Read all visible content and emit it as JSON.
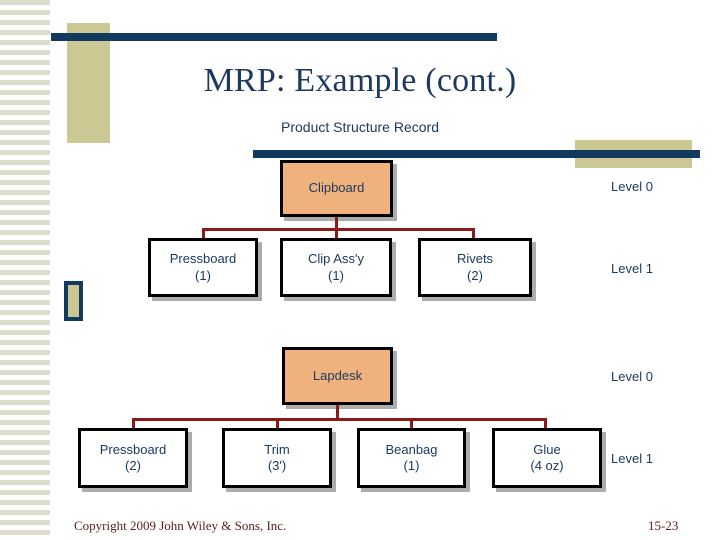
{
  "slide": {
    "title": "MRP: Example (cont.)",
    "subtitle": "Product Structure Record",
    "footer_copyright": "Copyright 2009 John Wiley & Sons, Inc.",
    "footer_page": "15-23"
  },
  "theme": {
    "navy": "#123a5e",
    "khaki": "#ccc894",
    "parent_fill": "#efb27d",
    "connector": "#8b1a1a",
    "text_navy": "#1c3a60",
    "footer_maroon": "#5a1d20"
  },
  "chart_data": {
    "type": "diagram",
    "title": "Product Structure Record",
    "trees": [
      {
        "name": "Clipboard product structure",
        "root": {
          "label": "Clipboard",
          "qty": "",
          "level": "Level 0"
        },
        "children": [
          {
            "label": "Pressboard",
            "qty": "(1)",
            "level": "Level 1"
          },
          {
            "label": "Clip Ass'y",
            "qty": "(1)",
            "level": "Level 1"
          },
          {
            "label": "Rivets",
            "qty": "(2)",
            "level": "Level 1"
          }
        ],
        "level_labels": {
          "root": "Level 0",
          "children": "Level 1"
        }
      },
      {
        "name": "Lapdesk product structure",
        "root": {
          "label": "Lapdesk",
          "qty": "",
          "level": "Level 0"
        },
        "children": [
          {
            "label": "Pressboard",
            "qty": "(2)",
            "level": "Level 1"
          },
          {
            "label": "Trim",
            "qty": "(3')",
            "level": "Level 1"
          },
          {
            "label": "Beanbag",
            "qty": "(1)",
            "level": "Level 1"
          },
          {
            "label": "Glue",
            "qty": "(4 oz)",
            "level": "Level 1"
          }
        ],
        "level_labels": {
          "root": "Level 0",
          "children": "Level 1"
        }
      }
    ]
  },
  "tree1": {
    "root_label": "Clipboard",
    "level0_label": "Level 0",
    "level1_label": "Level 1",
    "children": [
      {
        "label": "Pressboard",
        "qty": "(1)"
      },
      {
        "label": "Clip Ass'y",
        "qty": "(1)"
      },
      {
        "label": "Rivets",
        "qty": "(2)"
      }
    ]
  },
  "tree2": {
    "root_label": "Lapdesk",
    "level0_label": "Level 0",
    "level1_label": "Level 1",
    "children": [
      {
        "label": "Pressboard",
        "qty": "(2)"
      },
      {
        "label": "Trim",
        "qty": "(3')"
      },
      {
        "label": "Beanbag",
        "qty": "(1)"
      },
      {
        "label": "Glue",
        "qty": "(4 oz)"
      }
    ]
  }
}
